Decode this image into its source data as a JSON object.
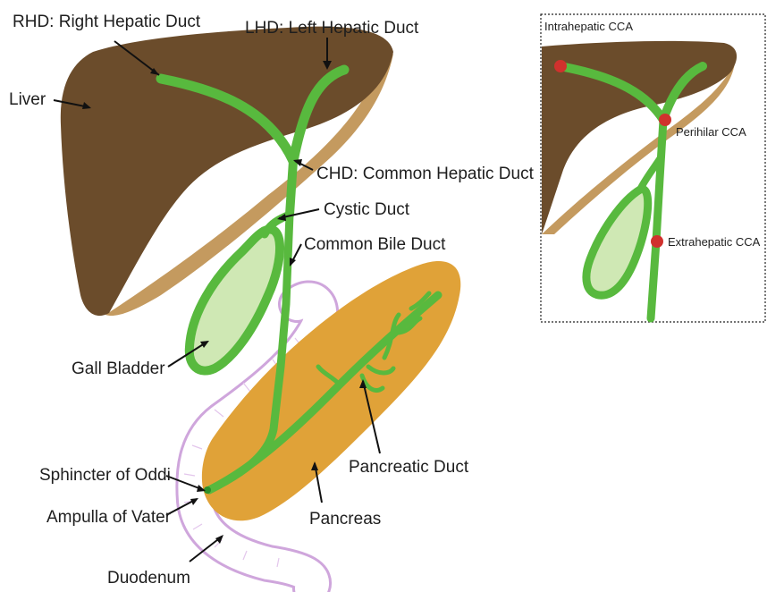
{
  "main": {
    "labels": {
      "rhd": "RHD: Right Hepatic Duct",
      "lhd": "LHD: Left Hepatic Duct",
      "liver": "Liver",
      "chd": "CHD: Common Hepatic Duct",
      "cystic": "Cystic Duct",
      "cbd": "Common Bile Duct",
      "gall": "Gall Bladder",
      "pancreatic_duct": "Pancreatic Duct",
      "sphincter": "Sphincter of Oddi",
      "ampulla": "Ampulla of Vater",
      "pancreas": "Pancreas",
      "duodenum": "Duodenum"
    }
  },
  "inset": {
    "intrahepatic": "Intrahepatic CCA",
    "perihilar": "Perihilar CCA",
    "extrahepatic": "Extrahepatic CCA"
  },
  "colors": {
    "liver_dark": "#6b4c2b",
    "liver_light": "#c49a5f",
    "duct_green": "#58b93e",
    "gall_fill": "#cfe8b4",
    "pancreas": "#e0a238",
    "duodenum_outline": "#cfa6dc",
    "tumor_red": "#d0312d"
  }
}
